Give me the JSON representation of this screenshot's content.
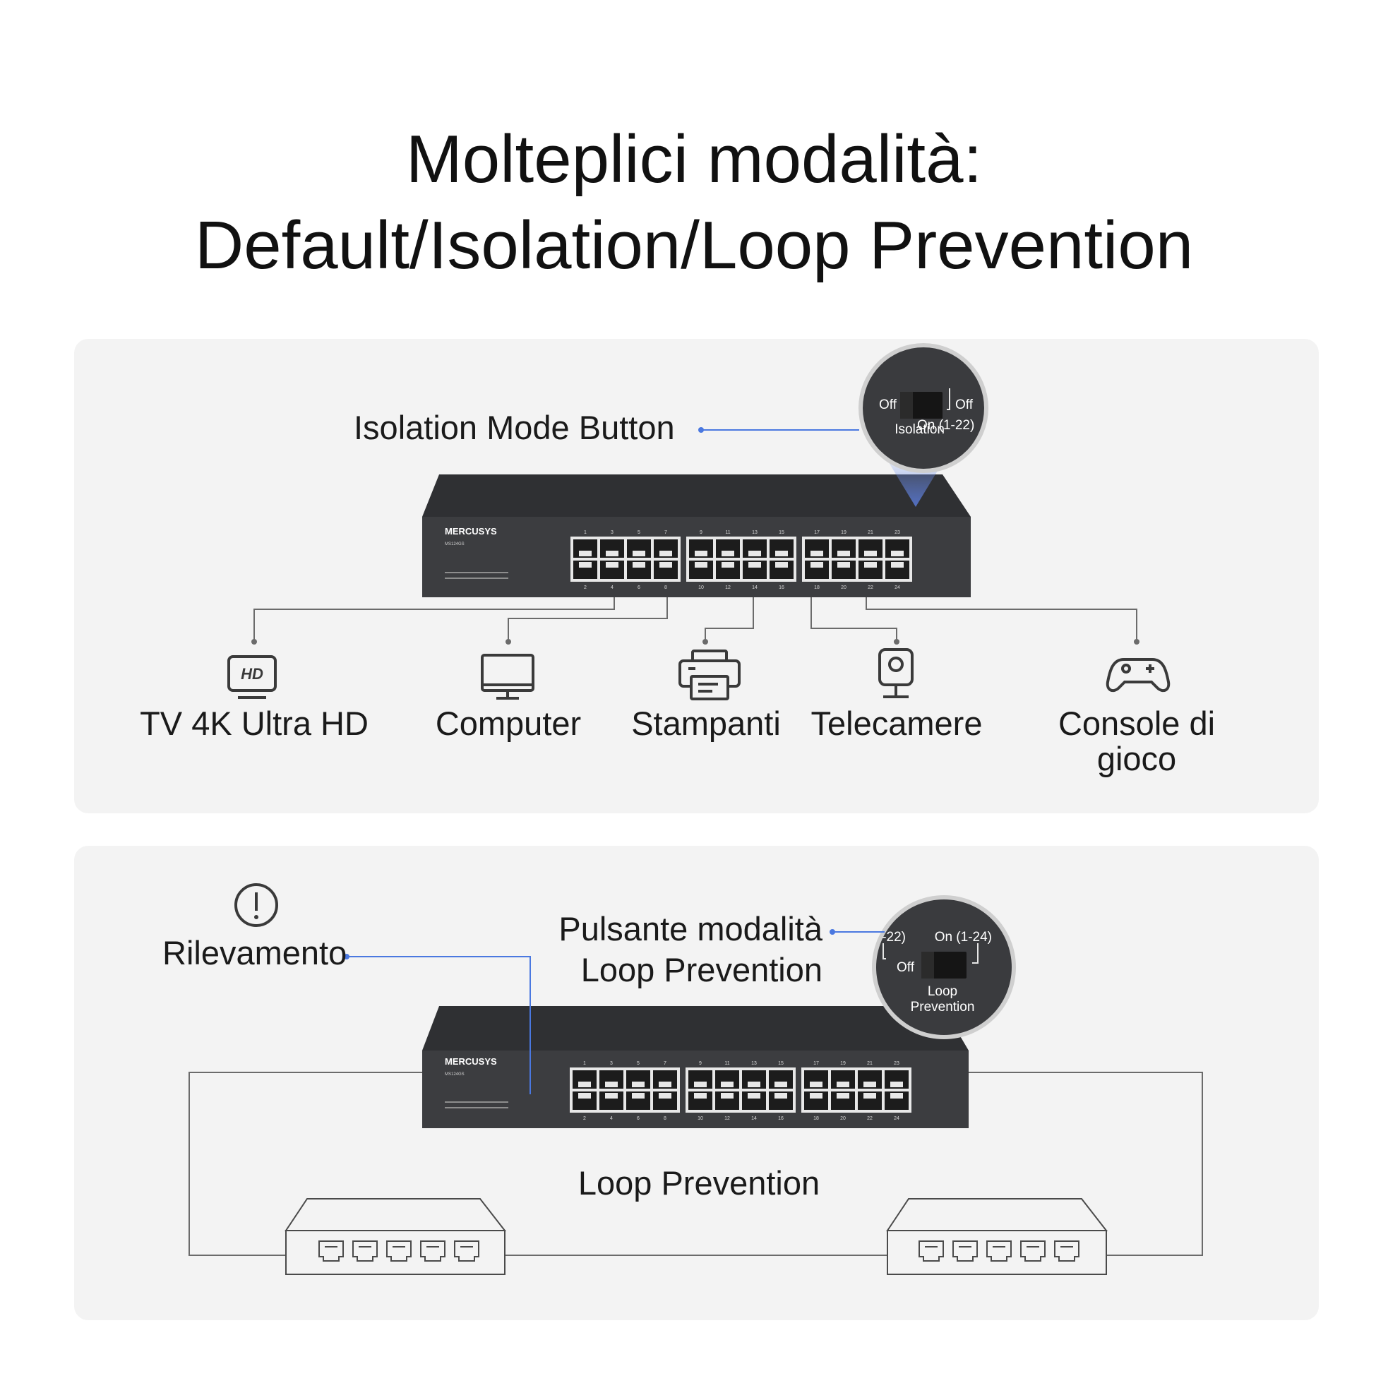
{
  "title": {
    "line1": "Molteplici modalità:",
    "line2": "Default/Isolation/Loop Prevention"
  },
  "panel_isolation": {
    "button_label": "Isolation Mode Button",
    "switch": {
      "brand": "MERCUSYS",
      "model": "MS124GS",
      "port_numbers_top": [
        "1",
        "3",
        "5",
        "7",
        "9",
        "11",
        "13",
        "15",
        "17",
        "19",
        "21",
        "23"
      ],
      "port_numbers_bottom": [
        "2",
        "4",
        "6",
        "8",
        "10",
        "12",
        "14",
        "16",
        "18",
        "20",
        "22",
        "24"
      ]
    },
    "zoom": {
      "on_label": "On (1-22)",
      "off_left": "Off",
      "off_right": "Off",
      "name": "Isolation"
    },
    "devices": [
      {
        "icon": "hd-tv-icon",
        "label": "TV 4K Ultra HD",
        "badge": "HD"
      },
      {
        "icon": "computer-monitor-icon",
        "label": "Computer"
      },
      {
        "icon": "printer-icon",
        "label": "Stampanti"
      },
      {
        "icon": "security-camera-icon",
        "label": "Telecamere"
      },
      {
        "icon": "game-controller-icon",
        "label": "Console di gioco"
      }
    ]
  },
  "panel_loop": {
    "detection_label": "Rilevamento",
    "button_label_line1": "Pulsante modalità",
    "button_label_line2": "Loop Prevention",
    "switch": {
      "brand": "MERCUSYS",
      "model": "MS124GS",
      "port_numbers_top": [
        "1",
        "3",
        "5",
        "7",
        "9",
        "11",
        "13",
        "15",
        "17",
        "19",
        "21",
        "23"
      ],
      "port_numbers_bottom": [
        "2",
        "4",
        "6",
        "8",
        "10",
        "12",
        "14",
        "16",
        "18",
        "20",
        "22",
        "24"
      ]
    },
    "zoom": {
      "left_fragment": "-22)",
      "on_label": "On (1-24)",
      "off_label": "Off",
      "name_line1": "Loop",
      "name_line2": "Prevention"
    },
    "center_label": "Loop Prevention"
  },
  "colors": {
    "panel_bg": "#f3f3f3",
    "accent_blue": "#4a78e0",
    "switch_body": "#3c3d40",
    "line_gray": "#6b6b6b"
  }
}
